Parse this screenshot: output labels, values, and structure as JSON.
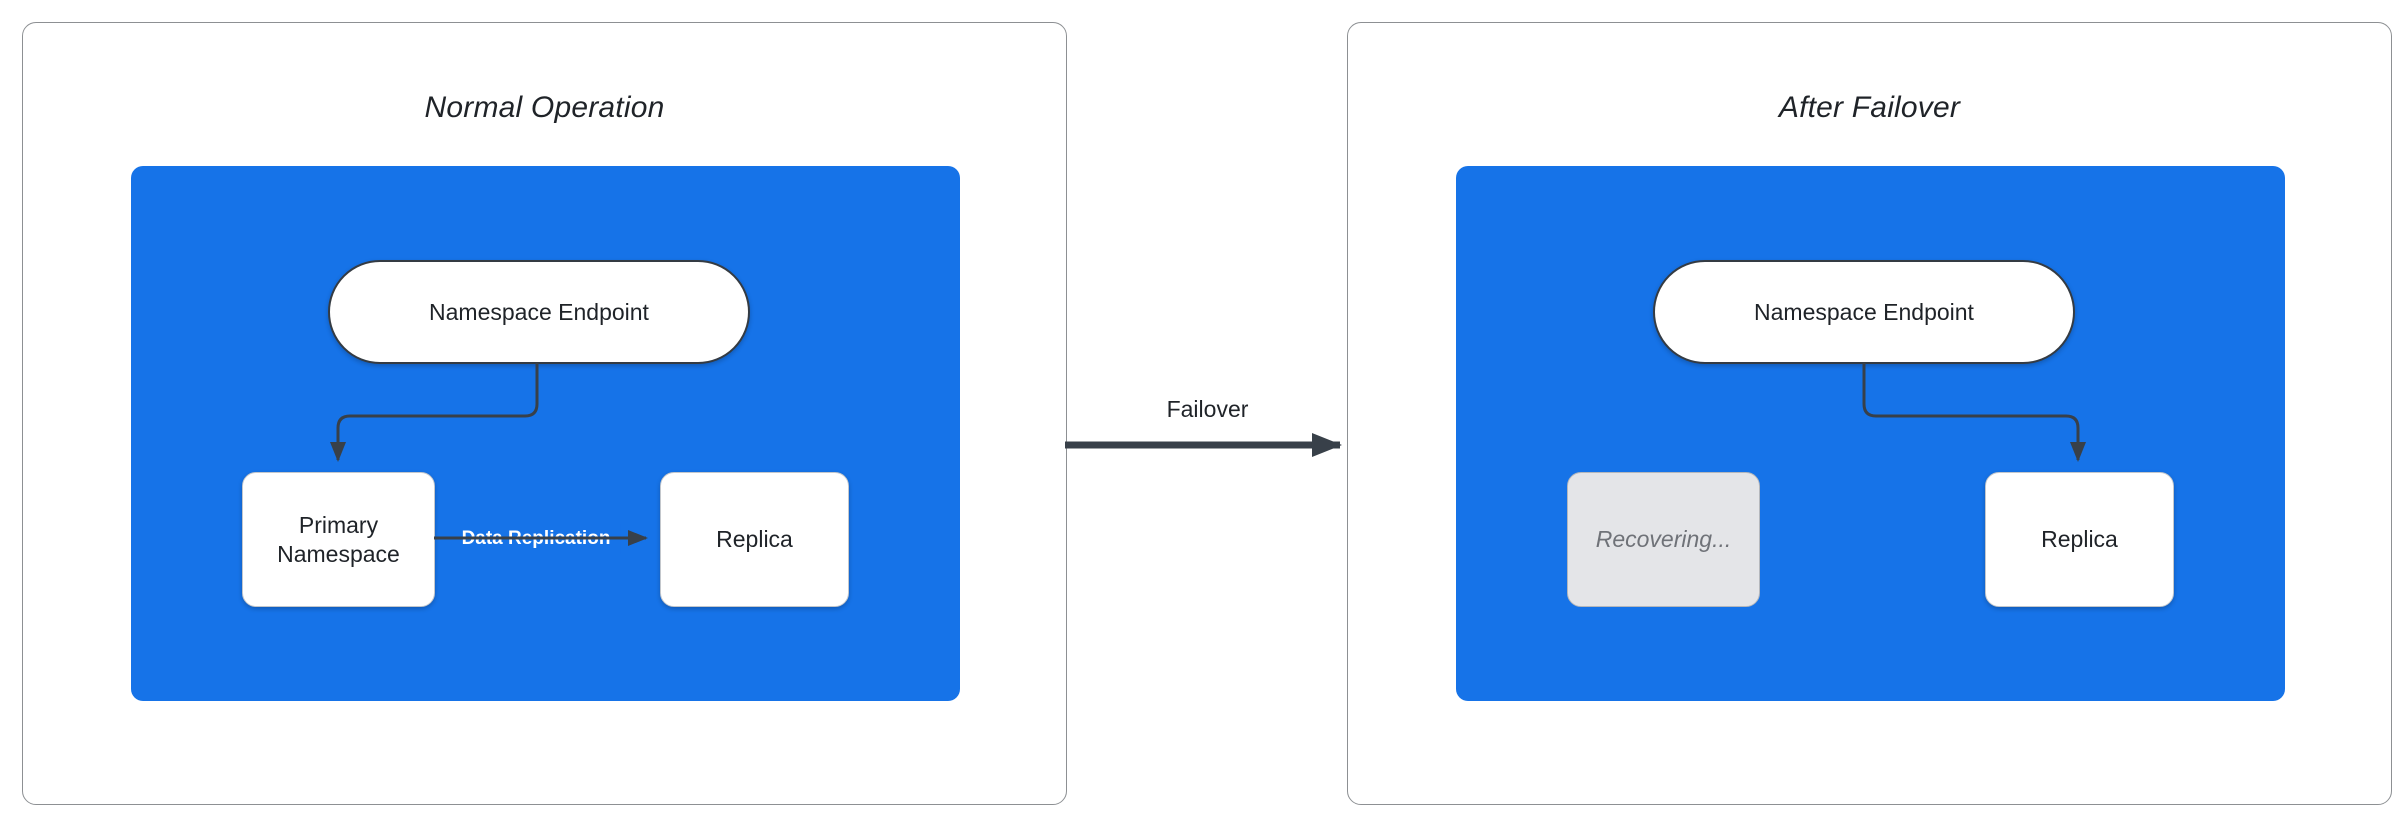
{
  "left_panel": {
    "title": "Normal Operation",
    "nodes": {
      "endpoint": "Namespace Endpoint",
      "primary": "Primary Namespace",
      "replica": "Replica"
    },
    "edge_label": "Data Replication"
  },
  "transition": {
    "label": "Failover"
  },
  "right_panel": {
    "title": "After Failover",
    "nodes": {
      "endpoint": "Namespace Endpoint",
      "recovering": "Recovering...",
      "replica": "Replica"
    }
  },
  "colors": {
    "container_blue": "#1673e8",
    "node_white": "#ffffff",
    "recovering_grey": "#e4e5e8",
    "arrow_dark": "#384049",
    "panel_border": "#8d9093",
    "text_dark": "#1f2328",
    "edge_label_white": "#ffffff"
  }
}
